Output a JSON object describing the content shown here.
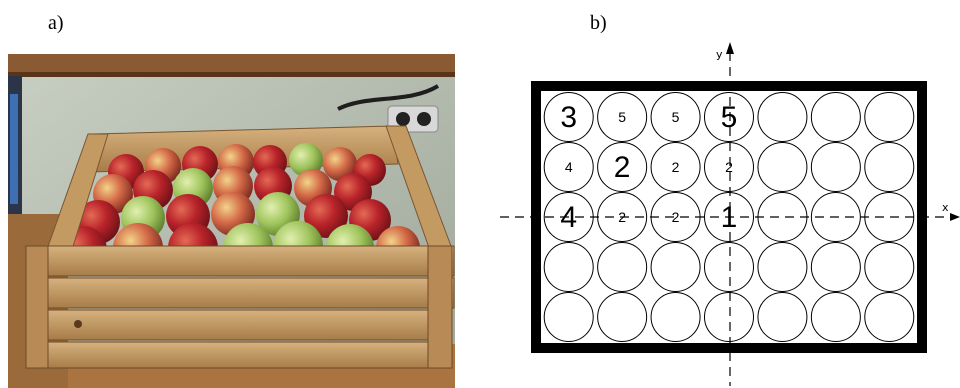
{
  "panels": {
    "a": {
      "label": "a)"
    },
    "b": {
      "label": "b)"
    }
  },
  "photo": {
    "subject": "wooden crate filled with red and green apples",
    "colors": {
      "wood": "#b58a55",
      "wood_dark": "#8a6436",
      "apple_red": "#b8232a",
      "apple_green": "#9fc45c",
      "wall": "#b9c2b3"
    }
  },
  "diagram": {
    "axes": {
      "x_label": "x",
      "y_label": "y"
    },
    "grid": {
      "rows": 5,
      "cols": 7
    },
    "cells": [
      {
        "row": 0,
        "col": 0,
        "value": "3",
        "size": "large"
      },
      {
        "row": 0,
        "col": 1,
        "value": "5",
        "size": "small"
      },
      {
        "row": 0,
        "col": 2,
        "value": "5",
        "size": "small"
      },
      {
        "row": 0,
        "col": 3,
        "value": "5",
        "size": "large"
      },
      {
        "row": 1,
        "col": 0,
        "value": "4",
        "size": "small"
      },
      {
        "row": 1,
        "col": 1,
        "value": "2",
        "size": "large"
      },
      {
        "row": 1,
        "col": 2,
        "value": "2",
        "size": "small"
      },
      {
        "row": 1,
        "col": 3,
        "value": "2",
        "size": "small"
      },
      {
        "row": 2,
        "col": 0,
        "value": "4",
        "size": "large"
      },
      {
        "row": 2,
        "col": 1,
        "value": "2",
        "size": "small"
      },
      {
        "row": 2,
        "col": 2,
        "value": "2",
        "size": "small"
      },
      {
        "row": 2,
        "col": 3,
        "value": "1",
        "size": "large"
      }
    ]
  }
}
